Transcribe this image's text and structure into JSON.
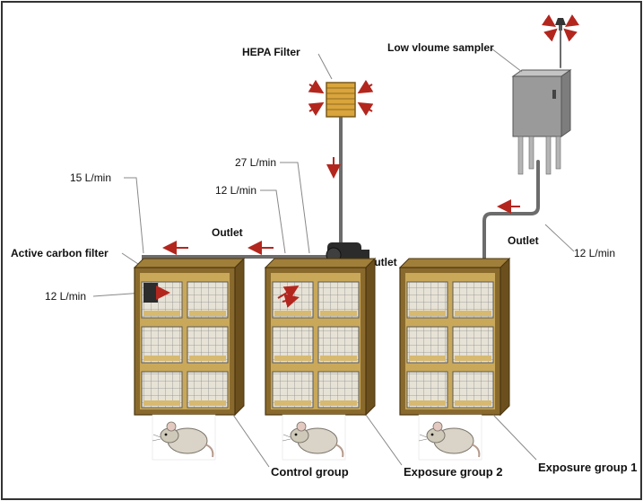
{
  "labels": {
    "hepa_filter": "HEPA Filter",
    "low_volume_sampler": "Low vloume sampler",
    "flow_27": "27 L/min",
    "flow_15": "15 L/min",
    "flow_12_top": "12 L/min",
    "flow_12_left": "12 L/min",
    "flow_12_right": "12 L/min",
    "active_carbon_filter": "Active carbon filter",
    "outlet_control": "Outlet",
    "outlet_exposure2": "Outlet",
    "outlet_exposure1": "Outlet",
    "control_group": "Control group",
    "exposure_group_2": "Exposure group 2",
    "exposure_group_1": "Exposure group 1"
  },
  "colors": {
    "cabinet_wood": "#8a6a2c",
    "cabinet_side": "#6b4f1d",
    "cabinet_floor": "#c9a85a",
    "pipe": "#6c6c6c",
    "arrow": "#b3261e",
    "hepa": "#d9a53c",
    "sampler": "#9a9a9a",
    "frame": "#333333"
  },
  "icons": {
    "animal": "rat-icon",
    "filter": "hepa-filter-icon",
    "pump": "pump-icon",
    "sampler": "sampler-box-icon",
    "carbon": "carbon-filter-icon"
  }
}
